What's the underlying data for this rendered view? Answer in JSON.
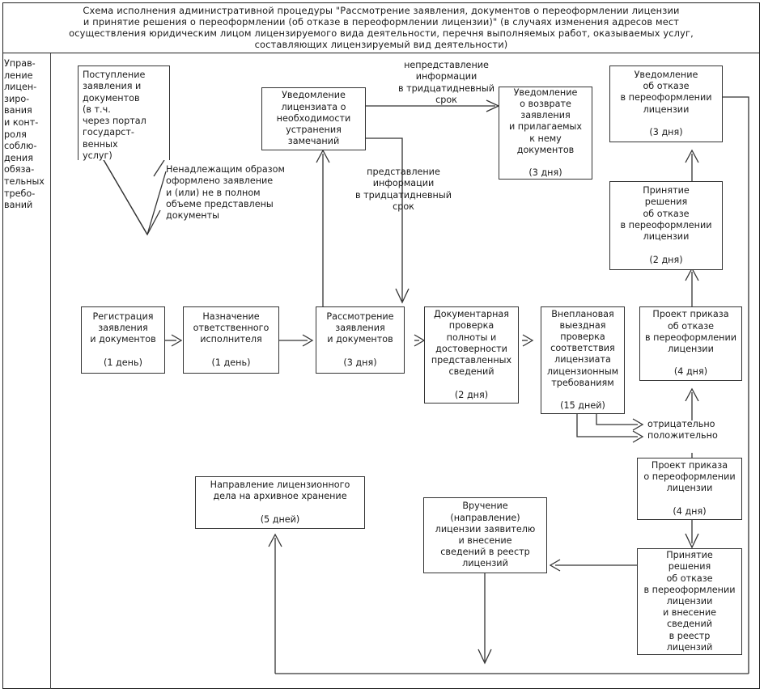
{
  "title": "Схема исполнения административной процедуры \"Рассмотрение заявления, документов о переоформлении лицензии\nи принятие решения о переоформлении (об отказе в переоформлении лицензии)\" (в случаях изменения адресов мест\nосуществления юридическим лицом лицензируемого вида деятельности, перечня выполняемых работ, оказываемых услуг,\nсоставляющих лицензируемый вид деятельности)",
  "org_column": {
    "label": "Управ-\nление\nлицен-\nзиро-\nвания\nи конт-\nроля\nсоблю-\nдения\nобяза-\nтельных\nтребо-\nваний"
  },
  "nodes": {
    "intake": "Поступление\nзаявления и\nдокументов\n(в т.ч.\nчерез портал\nгосударст-\nвенных\nуслуг)",
    "notify_licensee": "Уведомление\nлицензиата о\nнеобходимости\nустранения\nзамечаний",
    "notify_return": "Уведомление\nо возврате\nзаявления\nи прилагаемых\nк нему\nдокументов\n\n(3 дня)",
    "notify_refusal": "Уведомление\nоб отказе\nв переоформлении\nлицензии\n\n(3 дня)",
    "decision_refusal": "Принятие\nрешения\nоб отказе\nв переоформлении\nлицензии\n\n(2 дня)",
    "registration": "Регистрация\nзаявления\nи документов\n\n(1 день)",
    "assignment": "Назначение\nответственного\nисполнителя\n\n(1 день)",
    "review": "Рассмотрение\nзаявления\nи документов\n\n(3 дня)",
    "doc_check": "Документарная\nпроверка\nполноты и\nдостоверности\nпредставленных\nсведений\n\n(2 дня)",
    "field_check": "Внеплановая\nвыездная\nпроверка\nсоответствия\nлицензиата\nлицензионным\nтребованиям\n\n(15 дней)",
    "draft_refusal": "Проект приказа\nоб отказе\nв переоформлении\nлицензии\n\n(4 дня)",
    "draft_reissue": "Проект приказа\nо переоформлении\nлицензии\n\n(4 дня)",
    "decision_reissue_registry": "Принятие\nрешения\nоб отказе\nв переоформлении\nлицензии\nи внесение\nсведений\nв реестр\nлицензий",
    "delivery": "Вручение\n(направление)\nлицензии заявителю\nи внесение\nсведений в реестр\nлицензий",
    "archive": "Направление лицензионного\nдела на архивное хранение\n\n(5 дней)"
  },
  "edge_labels": {
    "improper": "Ненадлежащим образом\nоформлено заявление\nи (или) не в полном\nобъеме представлены\nдокументы",
    "no_info_30": "непредставление\nинформации\nв тридцатидневный\nсрок",
    "info_30": "представление\nинформации\nв тридцатидневный\nсрок",
    "negative": "отрицательно",
    "positive": "положительно"
  },
  "colors": {
    "ink": "#1a1a1a",
    "stroke": "#333333",
    "background": "#ffffff"
  }
}
